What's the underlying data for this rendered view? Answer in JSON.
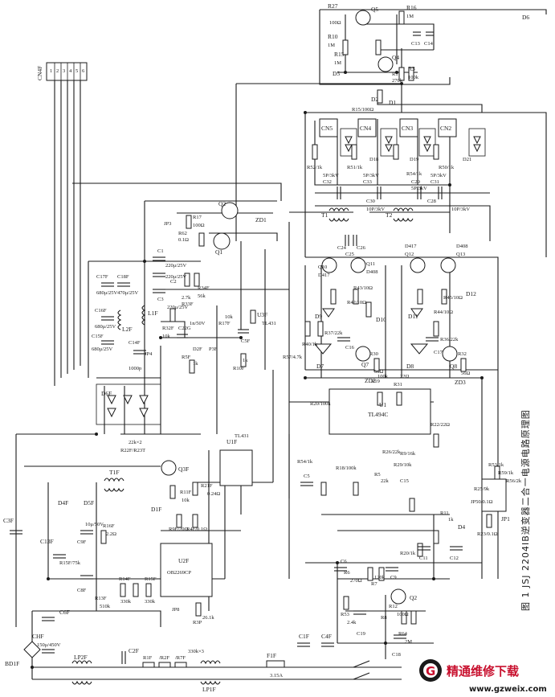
{
  "figure": {
    "caption": "图 1  JSJ 2204IB逆变器二合一电源电路原理图"
  },
  "watermark": {
    "site_name": "精通维修下载",
    "url": "www.gzweix.com"
  },
  "connectors": {
    "cn4f": "CN4F",
    "cn4f_pins": [
      "1",
      "2",
      "3",
      "4",
      "5",
      "6"
    ],
    "cn2": "CN2",
    "cn3": "CN3",
    "cn4": "CN4",
    "cn5": "CN5"
  },
  "labels": {
    "r27": "R27",
    "r27v": "100Ω",
    "q5": "Q5",
    "r16": "R16",
    "r16v": "1M",
    "c13": "C13",
    "c14": "C14",
    "d6": "D6",
    "r10": "R10",
    "r10v": "1M",
    "r15": "R15",
    "r15v": "1M",
    "q4": "Q4",
    "r1": "R1",
    "r1v": "270k",
    "r3": "R3",
    "r3v": "100k",
    "d5": "D5",
    "r15b": "R15/100Ω",
    "d2": "D2",
    "d1": "D1",
    "r52": "R52/1k",
    "r51": "R51/1k",
    "d18": "D18",
    "d19": "D19",
    "d21": "D21",
    "r54": "R54/1k",
    "r50": "R50/1k",
    "c32": "C32",
    "c32v": "5P/3kV",
    "c33": "C33",
    "c33v": "5P/3kV",
    "c29": "C29",
    "c29v": "5P/3kV",
    "c31": "C31",
    "c31v": "5P/3kV",
    "c30": "C30",
    "c30v": "10P/3kV",
    "c28": "C28",
    "c28v": "10P/3kV",
    "t1": "T1",
    "t2": "T2",
    "c24": "C24",
    "c25": "C25",
    "c26": "C26",
    "q10": "Q10",
    "d417a": "D417",
    "q11": "Q11",
    "d408a": "D408",
    "q12": "Q12",
    "d417b": "D417",
    "q13": "Q13",
    "d408b": "D408",
    "r62": "R62",
    "r62v": "0.1Ω",
    "r17": "R17",
    "r17v": "100Ω",
    "jp3": "JP3",
    "q2b": "Q2",
    "zd1": "ZD1",
    "q1b": "Q1",
    "c1": "C1",
    "c1v": "220μ/25V",
    "c2": "C2",
    "c2v": "220μ/25V",
    "c3": "C3",
    "c3v": "220μ/25V",
    "c17f": "C17F",
    "c17fv": "680μ/25V",
    "c18f": "C18F",
    "c18fv": "470μ/25V",
    "c16f": "C16F",
    "c16fv": "680μ/25V",
    "c15f": "C15F",
    "c15fv": "680μ/25V",
    "l1f": "L1F",
    "l2f": "L2F",
    "r33f": "R33F",
    "r33fv": "2.7k",
    "r34f": "R34F",
    "r34fv": "56k",
    "r32f": "R32F",
    "r32fv": "10k",
    "c22g": "C22G",
    "c22gv": "1n/50V",
    "r17f": "R17F",
    "r17fv": "10k",
    "u3f": "U3F",
    "tl431a": "TL431",
    "jp4": "JP4",
    "c14f": "C14F",
    "c14fv": "1000p",
    "r5f": "R5F",
    "r5fv": "1k",
    "d2f": "D2F",
    "p3f": "P3F",
    "r10f": "R10F",
    "r10fv": "1k",
    "c5f": "C5F",
    "d6f": "D6F",
    "t1f": "T1F",
    "r22f": "R22F/R23T",
    "r22fv": "22k×2",
    "u1f": "U1F",
    "tl431b": "TL431",
    "q3f": "Q3F",
    "r21f": "R21F",
    "r21fv": "0.24Ω",
    "r11f": "R11F",
    "r11fv": "10k",
    "d1f": "D1F",
    "r9f": "R9F/20Ω",
    "r4f": "R4F/0.1Ω",
    "u2f": "U2F",
    "ob2269": "OB2269CP",
    "c3f": "C3F",
    "d4f": "D4F",
    "d5f": "D5F",
    "c13f": "C13F",
    "c9f": "C9F",
    "c9fv": "10μ/50V",
    "r16f": "R16F",
    "r16fv": "2.2Ω",
    "r15f": "R15F/75k",
    "c8f": "C8F",
    "r13f": "R13F",
    "r13fv": "510k",
    "r14f": "R14F",
    "r14fv": "330k",
    "r15f2": "R15F",
    "r15f2v": "330k",
    "jp8": "JP8",
    "r3p": "R3P",
    "r3pv": "26.1k",
    "c6f": "C6F",
    "chf": "CHF",
    "chfv": "150μ/450V",
    "bd1f": "BD1F",
    "lp2f": "LP2F",
    "c2f": "C2F",
    "r1f": "R1F",
    "r2f": "/R2F",
    "r7f": "/R7F",
    "r7fv": "330k×3",
    "lp1f": "LP1F",
    "c1f": "C1F",
    "c4f": "C4F",
    "f1f": "F1F",
    "f1fv": "3.15A",
    "r19": "R19",
    "r19v": "100k",
    "r31": "R31",
    "r31v": "22Ω",
    "r20": "R20/100k",
    "u1": "U1",
    "tl494": "TL494C",
    "r22": "R22/22Ω",
    "r18": "R18/100k",
    "r54k": "R54/1k",
    "c5": "C5",
    "r26": "R26/22k",
    "r9": "R9/16k",
    "r29": "R29/10k",
    "r5": "R5",
    "r5v": "22k",
    "c15": "C15",
    "r11": "R11",
    "r11v": "1k",
    "d4": "D4",
    "c11": "C11",
    "c12": "C12",
    "r20b": "R20/1k",
    "c6": "C6",
    "r6": "R6",
    "r6v": "270Ω",
    "r7": "R7",
    "r7v": "120k",
    "c9": "C9",
    "q2": "Q2",
    "r12": "R12",
    "r12v": "100Ω",
    "r8": "R8",
    "r53": "R53",
    "r53v": "2.4k",
    "c19": "C19",
    "r64": "R64",
    "r64v": "2M",
    "c18": "C18",
    "r53b": "R53/1k",
    "r59": "R59/1k",
    "r56": "R56/2k",
    "jp1": "JP1",
    "r25": "R25/9k",
    "jp50": "JP50/0.1Ω",
    "r23": "R23/0.1Ω",
    "d9": "D9",
    "r42": "R42/10Ω",
    "r37": "R37/22k",
    "d10": "D10",
    "r43": "R43/10Ω",
    "d11": "D11",
    "r44": "R44/10Ω",
    "r45": "R45/10Ω",
    "d12": "D12",
    "r36": "R36/22k",
    "r40": "R40/1k",
    "c16": "C16",
    "q7": "Q7",
    "d7": "D7",
    "r30": "R30",
    "r30v": "56Ω",
    "zd2": "ZD2",
    "c17": "C17",
    "q8": "Q8",
    "d8": "D8",
    "r32": "R32",
    "r32v": "56Ω",
    "zd3": "ZD3",
    "r57": "R57/4.7k"
  }
}
